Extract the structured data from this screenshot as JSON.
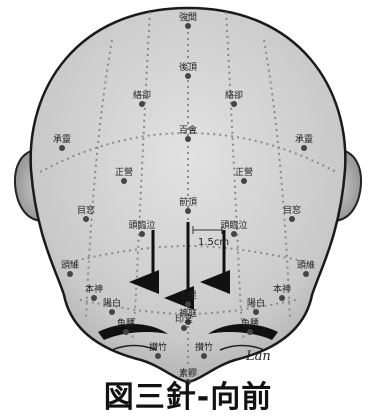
{
  "figure": {
    "caption": "図三針-向前",
    "measurement_label": "1.5cm",
    "signature": "Lan",
    "point_labels": [
      "強間",
      "後頂",
      "絡卻",
      "絡卻",
      "百會",
      "承靈",
      "承靈",
      "正營",
      "正營",
      "前頂",
      "目窓",
      "目窓",
      "頭臨泣",
      "頭臨泣",
      "頭維",
      "頭維",
      "上星",
      "神庭",
      "本神",
      "本神",
      "陽白",
      "陽白",
      "攅竹",
      "攅竹",
      "印堂",
      "魚腰",
      "魚腰",
      "素髎"
    ]
  }
}
